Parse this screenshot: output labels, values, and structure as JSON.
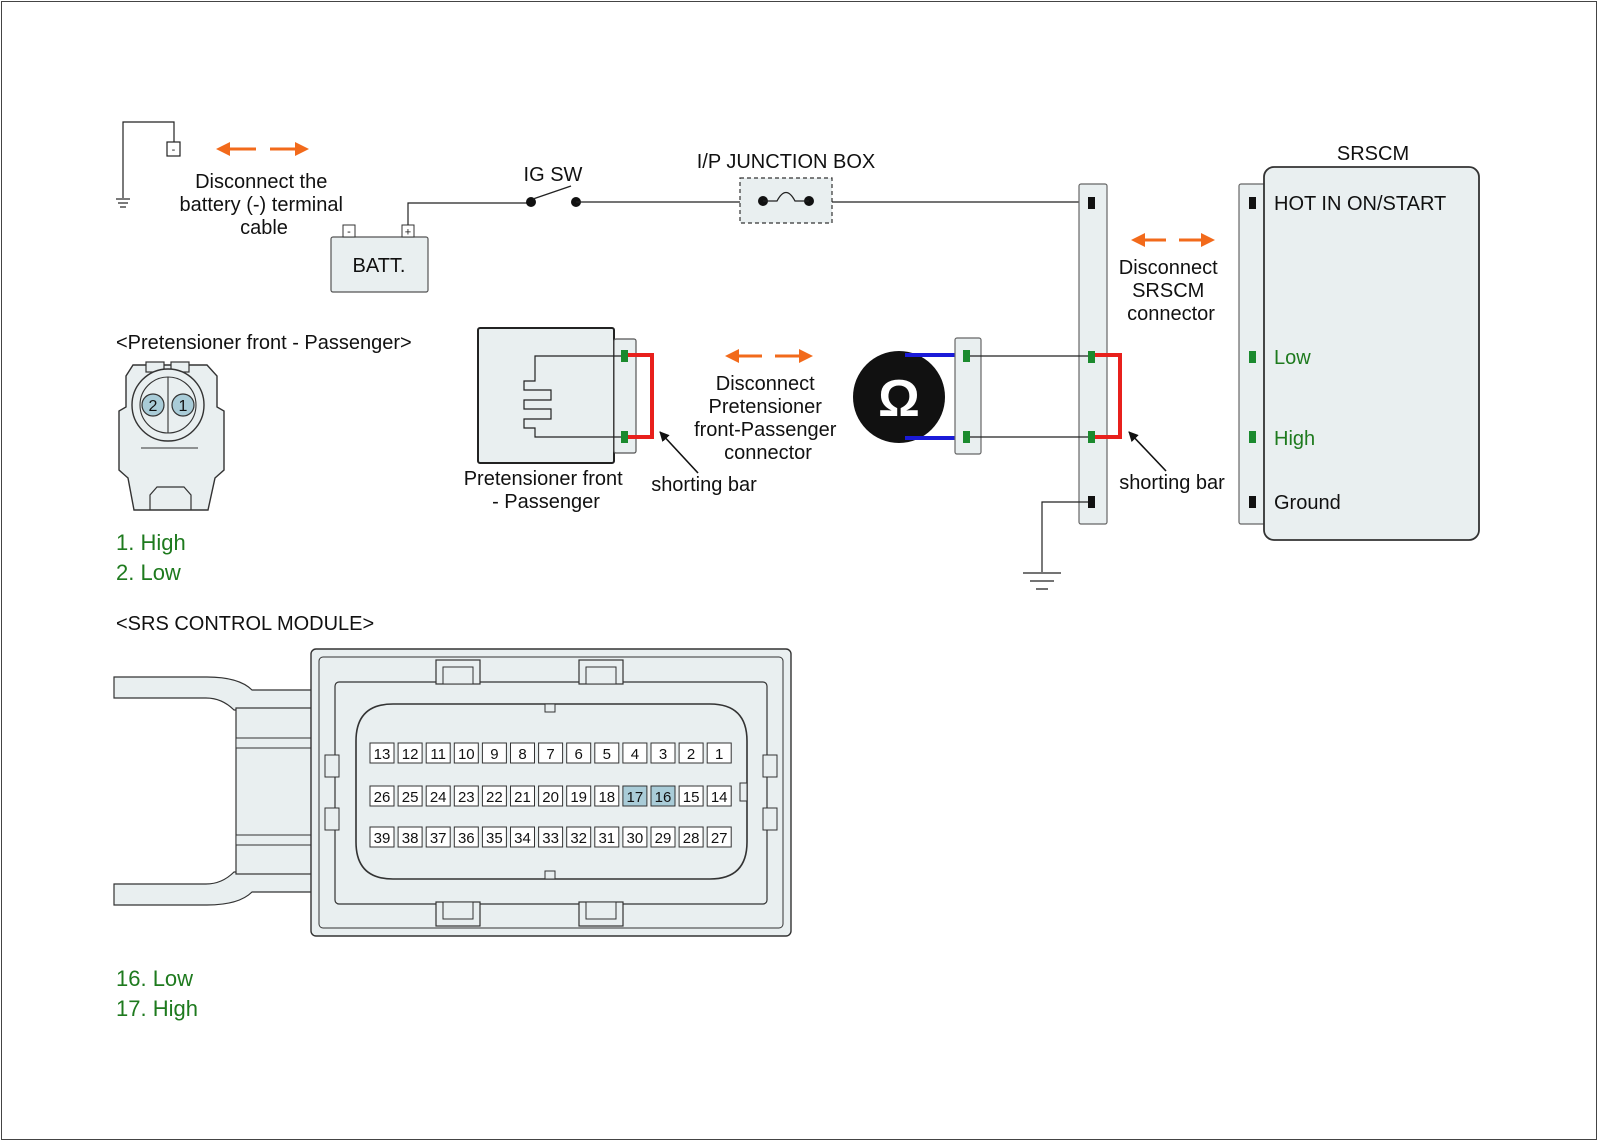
{
  "labels": {
    "igsw": "IG SW",
    "junction_box": "I/P JUNCTION BOX",
    "srscm": "SRSCM",
    "battery": "BATT.",
    "batt_minus": "-",
    "batt_plus": "+",
    "ground_terminal": "-",
    "disconnect_battery": [
      "Disconnect the",
      "battery (-) terminal",
      "cable"
    ],
    "disconnect_srscm": [
      "Disconnect",
      "SRSCM",
      "connector"
    ],
    "disconnect_pretensioner": [
      "Disconnect",
      "Pretensioner",
      "front-Passenger",
      "connector"
    ],
    "shorting_bar_left": "shorting bar",
    "shorting_bar_right": "shorting bar",
    "pretensioner_name": [
      "Pretensioner front",
      "- Passenger"
    ],
    "pretensioner_section": "<Pretensioner front - Passenger>",
    "srs_section": "<SRS CONTROL MODULE>",
    "ohm": "Ω"
  },
  "srscm_pins": [
    {
      "label": "HOT IN ON/START",
      "color": "#111111"
    },
    {
      "label": "Low",
      "color": "#1e7a1e"
    },
    {
      "label": "High",
      "color": "#1e7a1e"
    },
    {
      "label": "Ground",
      "color": "#111111"
    }
  ],
  "pretensioner_connector": {
    "pins": [
      "2",
      "1"
    ],
    "legend": [
      "1. High",
      "2. Low"
    ]
  },
  "srs_module": {
    "rows": [
      [
        "13",
        "12",
        "11",
        "10",
        "9",
        "8",
        "7",
        "6",
        "5",
        "4",
        "3",
        "2",
        "1"
      ],
      [
        "26",
        "25",
        "24",
        "23",
        "22",
        "21",
        "20",
        "19",
        "18",
        "17",
        "16",
        "15",
        "14"
      ],
      [
        "39",
        "38",
        "37",
        "36",
        "35",
        "34",
        "33",
        "32",
        "31",
        "30",
        "29",
        "28",
        "27"
      ]
    ],
    "highlighted": [
      "16",
      "17"
    ],
    "legend": [
      "16. Low",
      "17. High"
    ]
  },
  "colors": {
    "shorting_bar": "#e8201c",
    "meter_lead": "#1a1ad8",
    "arrow": "#f26a1b",
    "pin_green": "#1b8a2e",
    "pin_black": "#111111",
    "legend_green": "#1e7a1e",
    "connector_fill": "#e9eff0",
    "pin_highlight": "#a9ccd8"
  }
}
